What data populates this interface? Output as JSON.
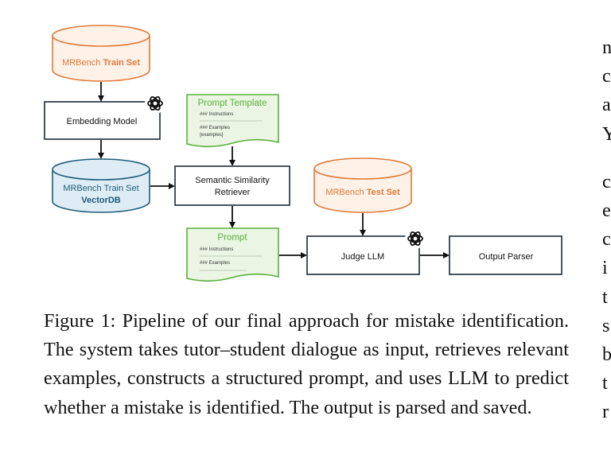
{
  "nodes": {
    "train_set": {
      "prefix": "MRBench ",
      "bold": "Train Set"
    },
    "embedding_model": "Embedding Model",
    "vector_db": {
      "line1": "MRBench Train Set",
      "line2": "VectorDB"
    },
    "prompt_template": {
      "title": "Prompt Template",
      "line1": "### Instructions",
      "line2": "### Examples",
      "line3": "{examples}"
    },
    "retriever": {
      "line1": "Semantic Similarity",
      "line2": "Retriever"
    },
    "test_set": {
      "prefix": "MRBench ",
      "bold": "Test Set"
    },
    "prompt": {
      "title": "Prompt",
      "line1": "### Instructions",
      "line2": "### Examples"
    },
    "judge_llm": "Judge LLM",
    "output_parser": "Output Parser"
  },
  "icons": {
    "embedding_model": "openai-logo-icon",
    "judge_llm": "openai-logo-icon"
  },
  "colors": {
    "orange": "#e07b39",
    "blue": "#1f5c7a",
    "blue_fill": "#deedf5",
    "green": "#5aaf3c",
    "green_fill": "#eaf6e3",
    "dark": "#1a2a38"
  },
  "caption": "Figure 1: Pipeline of our final approach for mistake identification. The system takes tutor–student dialogue as input, retrieves relevant examples, constructs a structured prompt, and uses LLM to predict whether a mistake is identified. The output is parsed and saved.",
  "side_text": [
    "n",
    "c",
    "a",
    "Y",
    "c",
    "e",
    "c",
    "i",
    "t",
    "s",
    "b",
    "t",
    "r"
  ]
}
